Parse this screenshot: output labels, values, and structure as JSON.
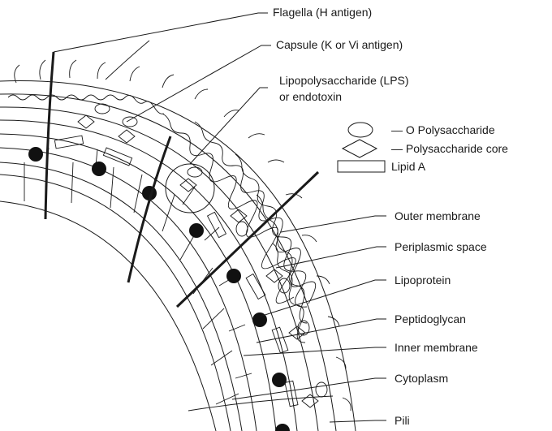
{
  "labels": {
    "flagella": "Flagella (H antigen)",
    "capsule": "Capsule (K or Vi antigen)",
    "lps_line1": "Lipopolysaccharide (LPS)",
    "lps_line2": "or endotoxin",
    "outer_membrane": "Outer membrane",
    "periplasmic_space": "Periplasmic space",
    "lipoprotein": "Lipoprotein",
    "peptidoglycan": "Peptidoglycan",
    "inner_membrane": "Inner membrane",
    "cytoplasm": "Cytoplasm",
    "pili": "Pili"
  },
  "legend": {
    "o_polysaccharide": "— O Polysaccharide",
    "polysaccharide_core": "— Polysaccharide core",
    "lipid_a": "Lipid A"
  }
}
